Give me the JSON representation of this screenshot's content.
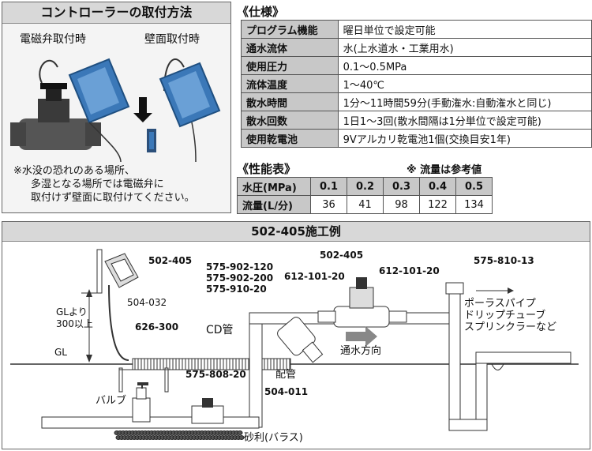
{
  "mounting": {
    "title": "コントローラーの取付方法",
    "solenoid_label": "電磁弁取付時",
    "wall_label": "壁面取付時",
    "note_lines": [
      "※水没の恐れのある場所、",
      "多湿となる場所では電磁弁に",
      "取付けず壁面に取付けてください。"
    ]
  },
  "spec": {
    "title": "《仕様》",
    "rows": [
      {
        "key": "プログラム機能",
        "value": "曜日単位で設定可能"
      },
      {
        "key": "通水流体",
        "value": "水(上水道水・工業用水)"
      },
      {
        "key": "使用圧力",
        "value": "0.1〜0.5MPa"
      },
      {
        "key": "流体温度",
        "value": "1〜40℃"
      },
      {
        "key": "散水時間",
        "value": "1分〜11時間59分(手動潅水:自動潅水と同じ)"
      },
      {
        "key": "散水回数",
        "value": "1日1〜3回(散水間隔は1分単位で設定可能)"
      },
      {
        "key": "使用乾電池",
        "value": "9Vアルカリ乾電池1個(交換目安1年)"
      }
    ]
  },
  "performance": {
    "title": "《性能表》",
    "note": "※ 流量は参考値",
    "pressure_header": "水圧(MPa)",
    "flow_header": "流量(L/分)",
    "pressures": [
      "0.1",
      "0.2",
      "0.3",
      "0.4",
      "0.5"
    ],
    "flows": [
      "36",
      "41",
      "98",
      "122",
      "134"
    ]
  },
  "installation": {
    "title": "502-405施工例",
    "labels": {
      "ctrl_wall": "502-405",
      "cable": "504-032",
      "gl_height_1": "GLより",
      "gl_height_2": "300以上",
      "gl": "GL",
      "cd_part": "626-300",
      "cd_pipe": "CD管",
      "ctrl_valve": "502-405",
      "p1": "575-902-120",
      "p2": "575-902-200",
      "p3": "575-910-20",
      "adapter_l": "612-101-20",
      "adapter_r": "612-101-20",
      "flow_dir": "通水方向",
      "haikan": "配管",
      "wire": "504-011",
      "bottom_part": "575-808-20",
      "valve": "バルブ",
      "gravel": "砂利(バラス)",
      "right_part": "575-810-13",
      "out1": "ポーラスパイプ",
      "out2": "ドリップチューブ",
      "out3": "スプリンクラーなど"
    }
  },
  "colors": {
    "controller_blue": "#3b78b8",
    "header_gray": "#c8c8c8"
  }
}
